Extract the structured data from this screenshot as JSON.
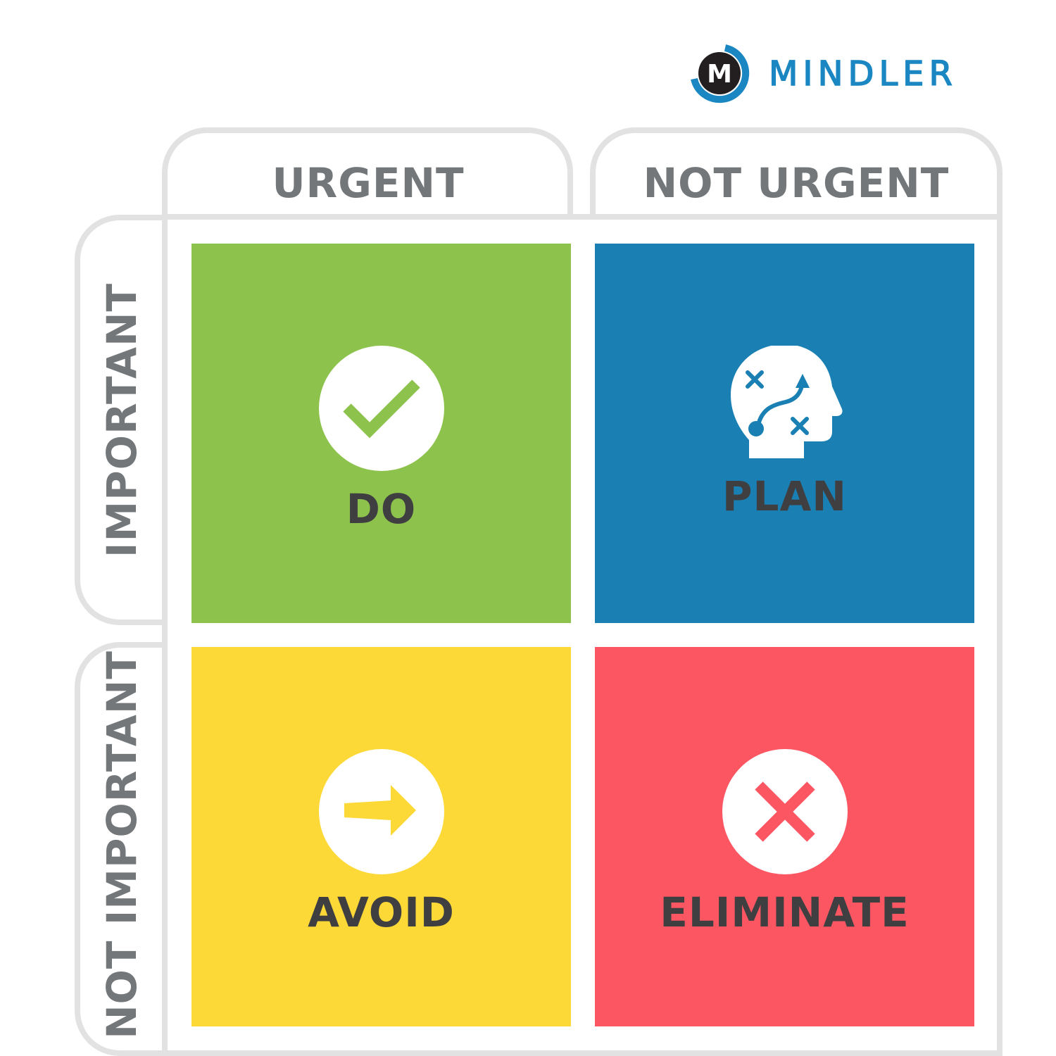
{
  "brand": {
    "name": "MINDLER",
    "logo_letter": "M",
    "color": "#1a87c2"
  },
  "axes": {
    "columns": [
      {
        "label": "URGENT"
      },
      {
        "label": "NOT URGENT"
      }
    ],
    "rows": [
      {
        "label": "IMPORTANT"
      },
      {
        "label": "NOT IMPORTANT"
      }
    ]
  },
  "quadrants": [
    {
      "label": "DO",
      "icon": "checkmark-icon",
      "color": "#8dc24c"
    },
    {
      "label": "PLAN",
      "icon": "head-strategy-icon",
      "color": "#1a80b4"
    },
    {
      "label": "AVOID",
      "icon": "arrow-right-icon",
      "color": "#fdd937"
    },
    {
      "label": "ELIMINATE",
      "icon": "x-icon",
      "color": "#fc5663"
    }
  ],
  "colors": {
    "frame": "#e2e2e2",
    "axis_text": "#74777a",
    "quadrant_text": "#3f3f41"
  }
}
